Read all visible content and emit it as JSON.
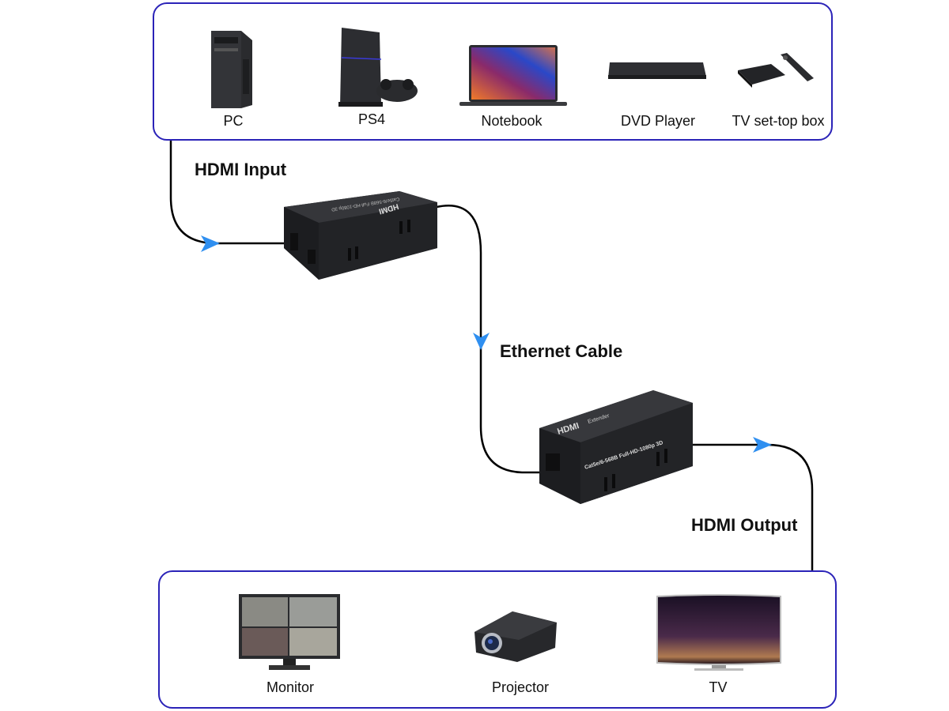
{
  "source_devices": [
    {
      "name": "pc",
      "label": "PC"
    },
    {
      "name": "ps4",
      "label": "PS4"
    },
    {
      "name": "notebook",
      "label": "Notebook"
    },
    {
      "name": "dvd-player",
      "label": "DVD Player"
    },
    {
      "name": "tv-set-top-box",
      "label": "TV set-top box"
    }
  ],
  "display_devices": [
    {
      "name": "monitor",
      "label": "Monitor"
    },
    {
      "name": "projector",
      "label": "Projector"
    },
    {
      "name": "tv",
      "label": "TV"
    }
  ],
  "flow_labels": {
    "hdmi_input": "HDMI Input",
    "ethernet_cable": "Ethernet Cable",
    "hdmi_output": "HDMI Output"
  },
  "extender": {
    "brand": "HDMI",
    "name": "Extender",
    "spec": "Cat5e/6-568B  Full-HD-1080p 3D"
  },
  "colors": {
    "panel_border": "#2b23b8",
    "arrow": "#2f8ff0",
    "wire": "#000000",
    "device_body": "#2a2b2e"
  }
}
